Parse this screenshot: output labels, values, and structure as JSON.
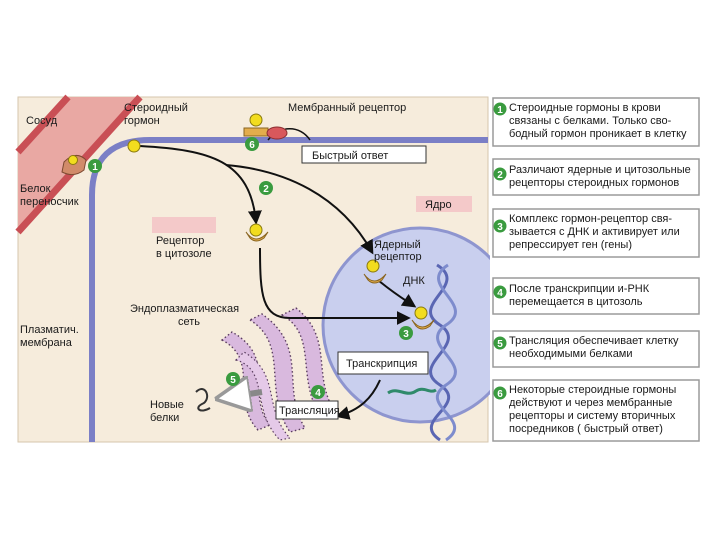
{
  "labels": {
    "vessel": "Сосуд",
    "steroid_hormone": [
      "Стероидный",
      "гормон"
    ],
    "membrane_receptor": "Мембранный рецептор",
    "fast_response": "Быстрый ответ",
    "carrier_protein": [
      "Белок",
      "переносчик"
    ],
    "nucleus": "Ядро",
    "cytosol_receptor": [
      "Рецептор",
      "в цитозоле"
    ],
    "nuclear_receptor": [
      "Ядерный",
      "рецептор"
    ],
    "dna": "ДНК",
    "er": [
      "Эндоплазматическая",
      "сеть"
    ],
    "plasma_membrane": [
      "Плазматич.",
      "мембрана"
    ],
    "transcription": "Транскрипция",
    "new_proteins": [
      "Новые",
      "белки"
    ],
    "translation": "Трансляция"
  },
  "steps": [
    "1",
    "2",
    "3",
    "4",
    "5",
    "6"
  ],
  "panel": [
    {
      "num": "1",
      "lines": [
        "Стероидные гормоны в крови",
        "связаны с белками. Только сво-",
        "бодный гормон проникает в клетку"
      ]
    },
    {
      "num": "2",
      "lines": [
        "Различают ядерные и цитозольные",
        "рецепторы стероидных гормонов"
      ]
    },
    {
      "num": "3",
      "lines": [
        "Комплекс гормон-рецептор свя-",
        "зывается с ДНК и активирует или",
        "репрессирует ген (гены)"
      ]
    },
    {
      "num": "4",
      "lines": [
        "После транскрипции и-РНК",
        "перемещается в цитозоль"
      ]
    },
    {
      "num": "5",
      "lines": [
        "Трансляция обеспечивает клетку",
        "необходимыми белками"
      ]
    },
    {
      "num": "6",
      "lines": [
        "Некоторые стероидные гормоны",
        "действуют и через мембранные",
        "рецепторы и систему вторичных",
        "посредников ( быстрый ответ)"
      ]
    }
  ],
  "colors": {
    "cell": "#f6ecdc",
    "membrane": "#7b7fc6",
    "vessel": "#c94f55",
    "nucleus": "#c9cfee",
    "er": "#d9b9de",
    "badge": "#3a9b3f",
    "hormone": "#f2dc1e",
    "receptor": "#e3ad4c",
    "membrane_protein": "#d8585c"
  }
}
